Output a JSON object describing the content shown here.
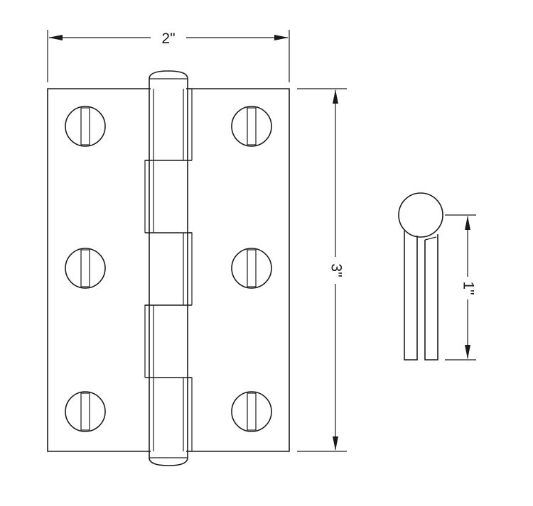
{
  "dimensions": {
    "width_label": "2\"",
    "height_label": "3\"",
    "side_label": "1\""
  },
  "colors": {
    "ink": "#1a1a1a",
    "background": "#ffffff"
  }
}
